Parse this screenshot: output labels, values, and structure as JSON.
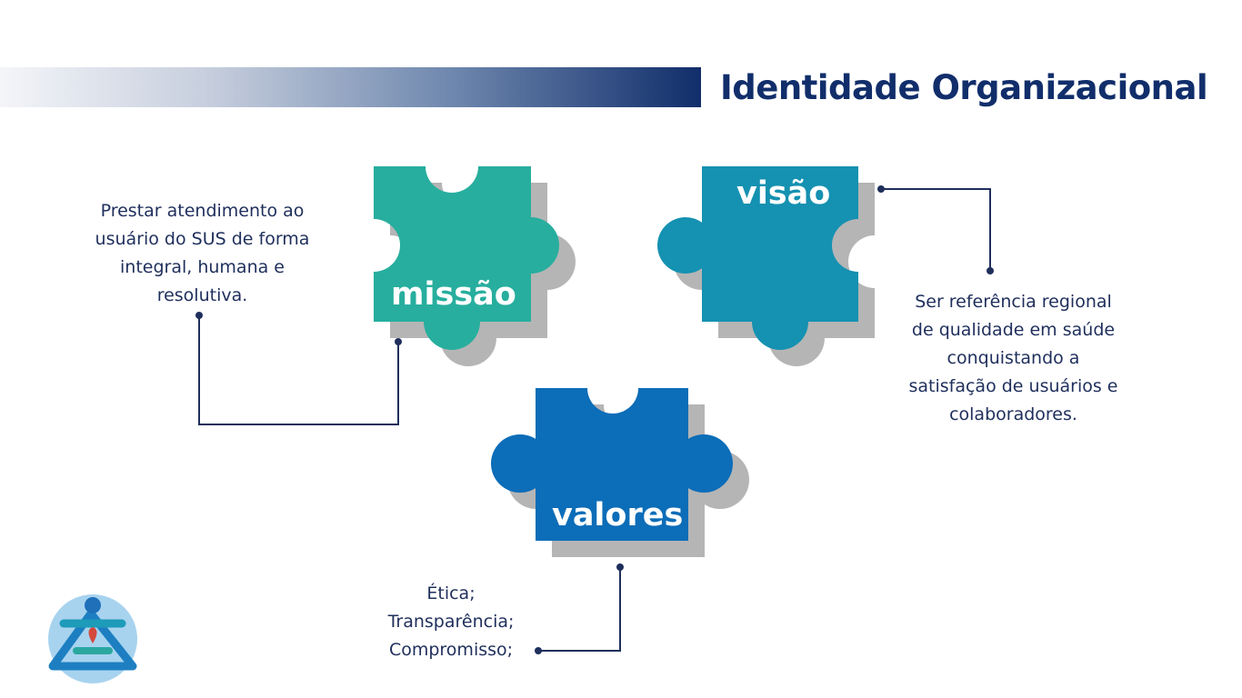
{
  "header": {
    "title": "Identidade Organizacional"
  },
  "colors": {
    "navy": "#112e6b",
    "teal": "#27ae9e",
    "cyan": "#1591b1",
    "blue": "#0c6db8",
    "shadow": "#b5b5b5",
    "line": "#1f2f5c"
  },
  "pieces": {
    "missao": {
      "label": "missão",
      "text": [
        "Prestar atendimento ao",
        "usuário do SUS de forma",
        "integral, humana e",
        "resolutiva."
      ]
    },
    "visao": {
      "label": "visão",
      "text": [
        "Ser referência regional",
        "de qualidade em saúde",
        "conquistando a",
        "satisfação de usuários e",
        "colaboradores."
      ]
    },
    "valores": {
      "label": "valores",
      "items": [
        "Ética;",
        "Transparência;",
        "Compromisso;"
      ]
    }
  },
  "logo": {
    "icon": "organization-logo-icon"
  }
}
